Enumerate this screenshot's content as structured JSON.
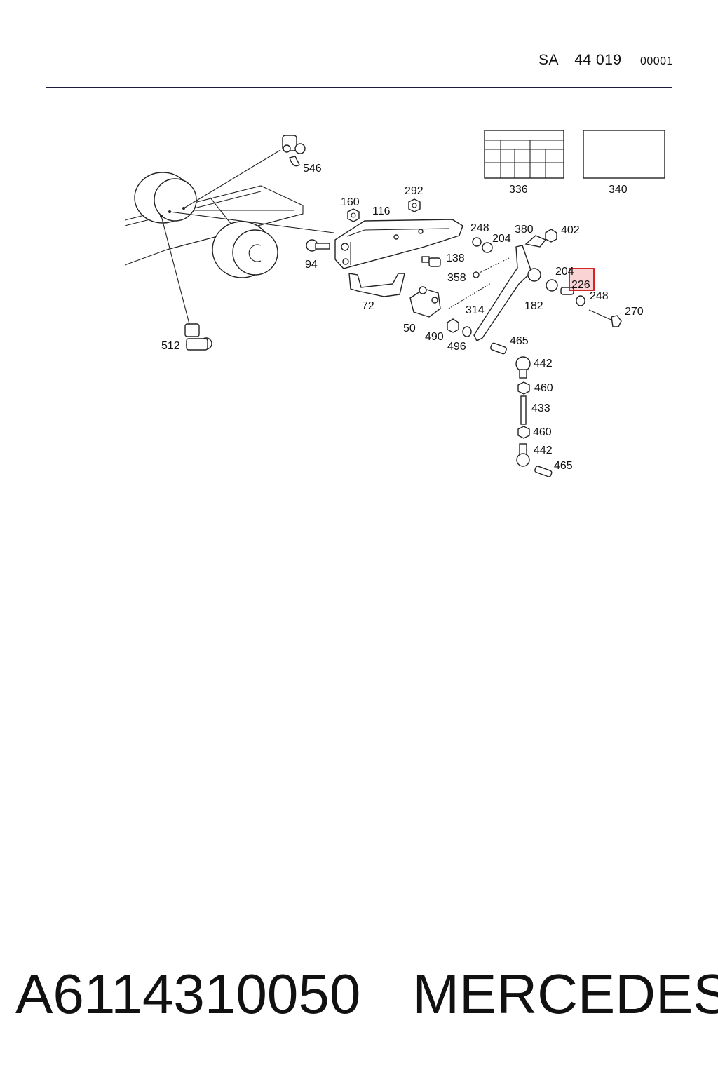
{
  "header": {
    "prefix": "SA",
    "group": "44 019",
    "sequence": "00001"
  },
  "diagram": {
    "callouts": {
      "c546": "546",
      "c512": "512",
      "c160": "160",
      "c292": "292",
      "c116": "116",
      "c94": "94",
      "c72": "72",
      "c138": "138",
      "c358": "358",
      "c50": "50",
      "c314": "314",
      "c490": "490",
      "c496": "496",
      "c248a": "248",
      "c204a": "204",
      "c380": "380",
      "c402": "402",
      "c204b": "204",
      "c226": "226",
      "c248b": "248",
      "c270": "270",
      "c182": "182",
      "c465a": "465",
      "c442a": "442",
      "c460a": "460",
      "c433": "433",
      "c460b": "460",
      "c442b": "442",
      "c465b": "465",
      "c336": "336",
      "c340": "340"
    },
    "highlighted_part": "226",
    "highlight_color": "#d01010"
  },
  "footer": {
    "part_number": "A6114310050",
    "brand": "MERCEDES"
  }
}
